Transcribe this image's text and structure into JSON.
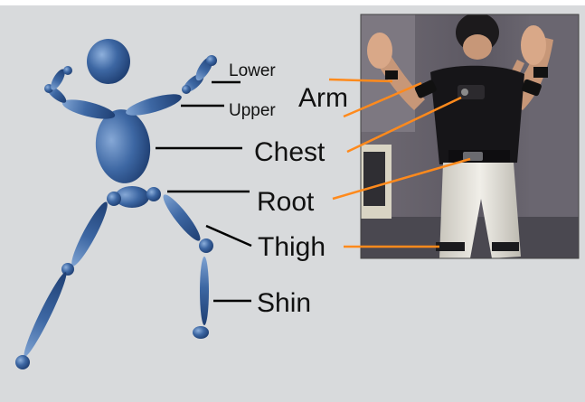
{
  "labels": {
    "lower": "Lower",
    "upper": "Upper",
    "arm": "Arm",
    "chest": "Chest",
    "root": "Root",
    "thigh": "Thigh",
    "shin": "Shin"
  },
  "colors": {
    "background": "#d8dadc",
    "figure": "#3d67a3",
    "figure_light": "#7fa3d2",
    "figure_dark": "#1f3f73",
    "leader_line": "#000000",
    "sensor_line": "#ff8a1c"
  },
  "photo": {
    "description_icon": "motion-capture-photo"
  }
}
